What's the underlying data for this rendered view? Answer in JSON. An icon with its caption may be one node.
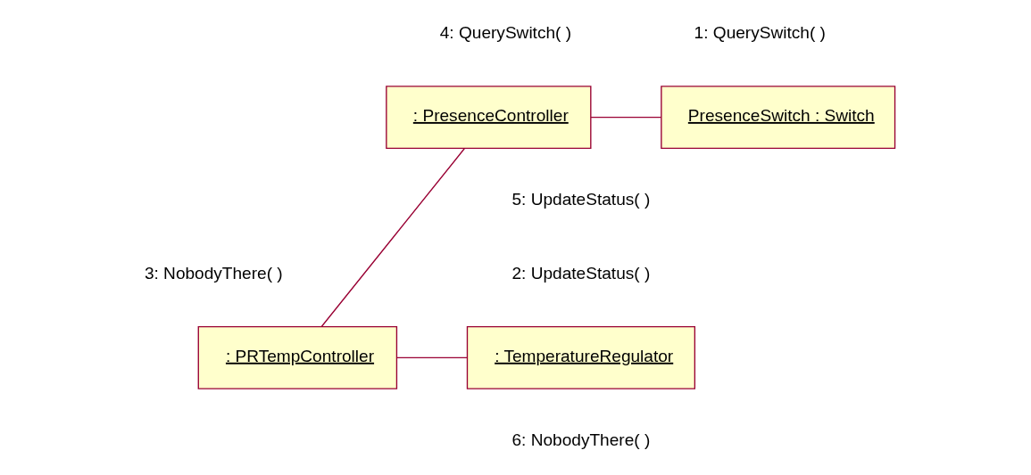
{
  "diagram": {
    "nodes": [
      {
        "text": [
          ": PresenceController"
        ]
      },
      {
        "text": [
          "PresenceSwitch : Switch"
        ]
      },
      {
        "text": [
          ": TemperatureRegulator"
        ]
      },
      {
        "text": [
          ": PRTempController"
        ]
      }
    ],
    "edges": [
      {
        "from": 0,
        "to": 1,
        "arrow": "none"
      },
      {
        "from": 0,
        "to": 3,
        "arrow": "none"
      },
      {
        "from": 3,
        "to": 2,
        "arrow": "none"
      }
    ],
    "labels": [
      "4: QuerySwitch( )",
      "1: QuerySwitch( )",
      "5: UpdateStatus( )",
      "2: UpdateStatus( )",
      "3: NobodyThere( )",
      "6: NobodyThere( )"
    ]
  }
}
